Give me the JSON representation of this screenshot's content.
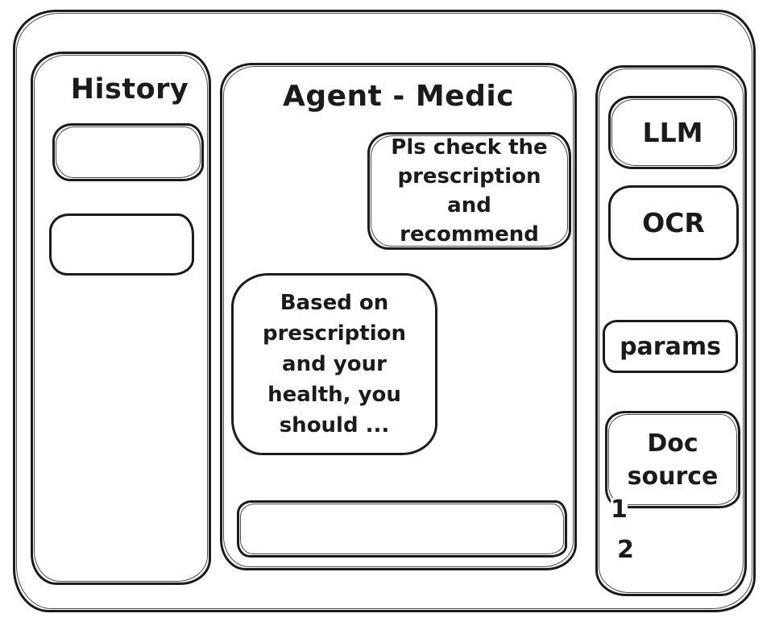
{
  "window": {
    "background": "#ffffff",
    "ink_color": "#1b1b1b"
  },
  "history": {
    "title": "History",
    "items": [
      "",
      ""
    ]
  },
  "chat": {
    "title": "Agent - Medic",
    "messages": [
      {
        "role": "user",
        "text": "Pls check the\nprescription\nand recommend"
      },
      {
        "role": "assistant",
        "text": "Based on\nprescription\nand your\nhealth, you\nshould ..."
      }
    ],
    "input_value": "",
    "input_placeholder": ""
  },
  "tools": {
    "llm_label": "LLM",
    "ocr_label": "OCR",
    "params_label": "params",
    "doc_source_label": "Doc\nsource",
    "doc_items": [
      "1",
      "2"
    ]
  }
}
